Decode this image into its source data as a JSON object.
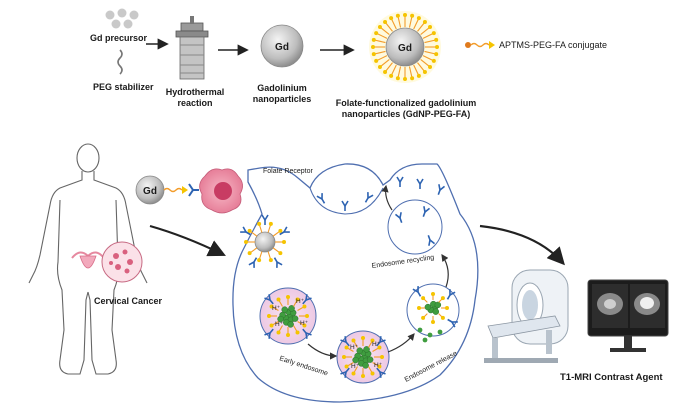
{
  "synthesis": {
    "gd_precursor": "Gd precursor",
    "peg_stabilizer": "PEG stabilizer",
    "hydrothermal_line1": "Hydrothermal",
    "hydrothermal_line2": "reaction",
    "gd_np_line1": "Gadolinium",
    "gd_np_line2": "nanoparticles",
    "folate_line1": "Folate-functionalized gadolinium",
    "folate_line2": "nanoparticles (GdNP-PEG-FA)",
    "gd_symbol": "Gd",
    "legend_conjugate": "APTMS-PEG-FA conjugate"
  },
  "cell": {
    "gd_symbol": "Gd",
    "folate_receptor": "Folate Receptor",
    "cervical_cancer": "Cervical Cancer",
    "early_endosome": "Early endosome",
    "endosome_release": "Endosome release",
    "endosome_recycling": "Endosome recycling",
    "proton": "H⁺"
  },
  "imaging": {
    "t1_mri": "T1-MRI Contrast Agent"
  },
  "colors": {
    "gd_gray": "#b9b9b9",
    "peg_orange": "#f39c2a",
    "fa_yellow": "#f5c400",
    "receptor_blue": "#2d63b2",
    "membrane_blue": "#4f6fb0",
    "vesicle_fill": "#f1d3ea",
    "cancer_pink": "#e889a3",
    "np_green": "#3f9d3f"
  }
}
